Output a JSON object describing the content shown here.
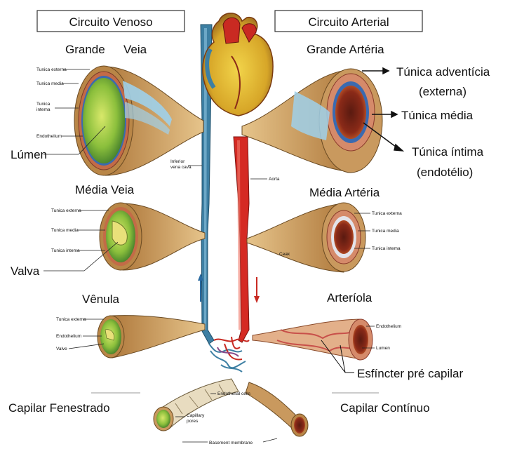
{
  "colors": {
    "vein_blue": "#3d7fa3",
    "artery_red": "#d52a23",
    "vessel_tan": "#c9995e",
    "lumen_green": "#8bbf3c",
    "lumen_lightblue": "#9fd0ea",
    "media_red": "#b03a3a",
    "heart_yellow": "#e9c234"
  },
  "headers": {
    "venous": "Circuito Venoso",
    "arterial": "Circuito Arterial"
  },
  "venous": {
    "large": "Grande",
    "large2": "Veia",
    "medium": "Média Veia",
    "venule": "Vênula",
    "lumen": "Lúmen",
    "valve": "Valva",
    "large_labels": [
      "Tunica externa",
      "Tunica media",
      "Tunica",
      "intema",
      "Endothelium"
    ],
    "medium_labels": [
      "Tunica externa",
      "Tunica media",
      "Tunica intema"
    ],
    "venule_labels": [
      "Tunica externa",
      "Endothelium",
      "Valve"
    ],
    "ivc": [
      "Inferior",
      "vena cava"
    ]
  },
  "arterial": {
    "large": "Grande Artéria",
    "medium": "Média Artéria",
    "arteriole": "Arteríola",
    "adventicia": "Túnica adventícia",
    "externa": "(externa)",
    "media": "Túnica média",
    "intima": "Túnica íntima",
    "endotelio": "(endotélio)",
    "aorta": "Aorta",
    "medium_labels": [
      "Tunica externa",
      "Tunica media",
      "Tunica intema"
    ],
    "ceak": "Ceak",
    "arteriole_labels": [
      "Endothelium",
      "Lumen"
    ],
    "sphincter": "Esfíncter pré capilar"
  },
  "capillaries": {
    "fenestrated": "Capilar Fenestrado",
    "continuous": "Capilar Contínuo",
    "endothelial": "Endothelial cells",
    "pores1": "Capillary",
    "pores2": "pores",
    "basement": "Basement membrane"
  }
}
